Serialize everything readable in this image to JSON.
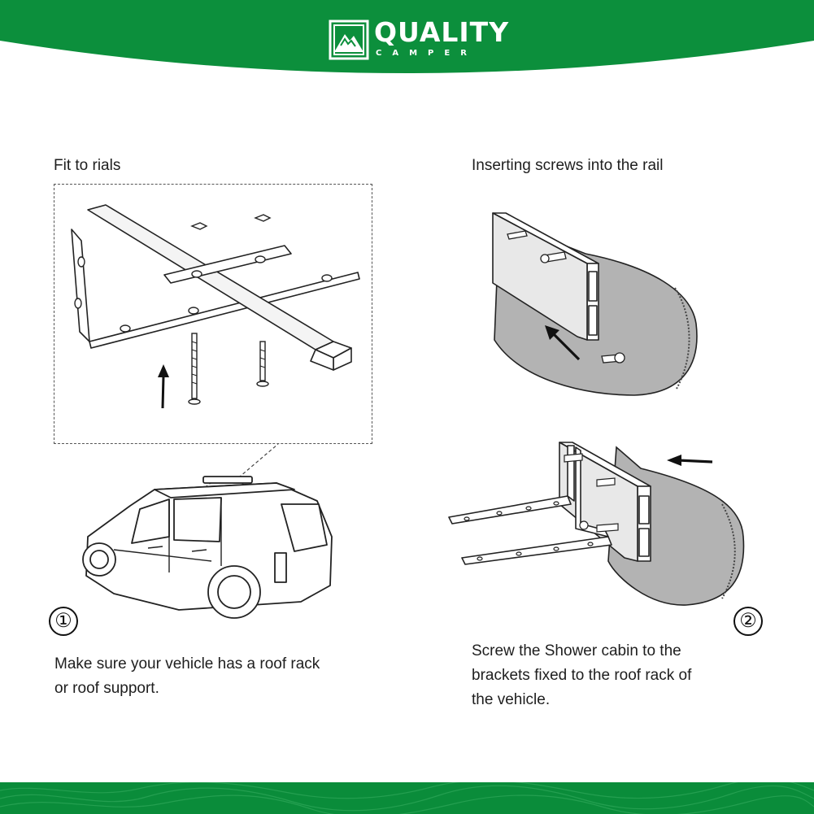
{
  "brand": {
    "name_line1": "QUALITY",
    "name_line2": "CAMPER",
    "primary_color": "#0c8f3c",
    "footer_color": "#0a8c3a"
  },
  "panels": {
    "left": {
      "heading": "Fit to rials",
      "step_number": "①",
      "caption_line1": "Make sure your vehicle has a roof rack",
      "caption_line2": "or roof support."
    },
    "right": {
      "heading": "Inserting screws into the rail",
      "step_number": "②",
      "caption_line1": "Screw the Shower cabin to the",
      "caption_line2": "brackets fixed to the roof rack of",
      "caption_line3": "the vehicle."
    }
  },
  "icons": [
    "mountain-logo-icon",
    "up-arrow-icon",
    "up-left-arrow-icon",
    "left-arrow-icon"
  ]
}
